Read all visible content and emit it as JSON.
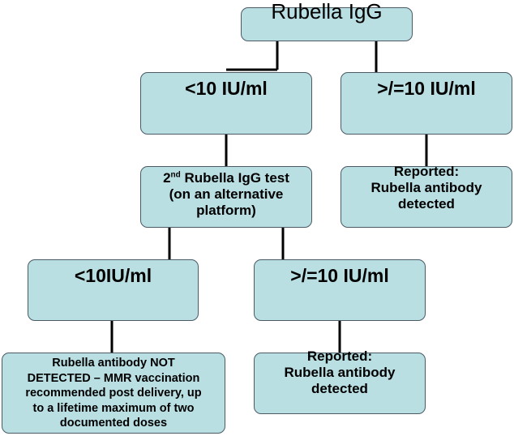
{
  "diagram": {
    "root": {
      "label": "Rubella IgG"
    },
    "level1_left": {
      "label": "<10 IU/ml"
    },
    "level1_right": {
      "label": ">/=10 IU/ml"
    },
    "second_test": {
      "ordinal_number": "2",
      "ordinal_suffix": "nd",
      "line1_rest": " Rubella IgG test",
      "line2": "(on an alternative",
      "line3": "platform)"
    },
    "reported_top": {
      "line1": "Reported:",
      "line2": "Rubella antibody",
      "line3": "detected"
    },
    "level2_left": {
      "label": "<10IU/ml"
    },
    "level2_right": {
      "label": ">/=10 IU/ml"
    },
    "not_detected": {
      "line1": "Rubella antibody NOT",
      "line2": "DETECTED – MMR vaccination",
      "line3": "recommended post delivery, up",
      "line4": "to a lifetime maximum of two",
      "line5": "documented doses"
    },
    "reported_bottom": {
      "line1": "Reported:",
      "line2": "Rubella antibody",
      "line3": "detected"
    },
    "colors": {
      "node_fill": "#b9dfe3",
      "node_border": "#4a5a66",
      "connector": "#000000"
    }
  }
}
